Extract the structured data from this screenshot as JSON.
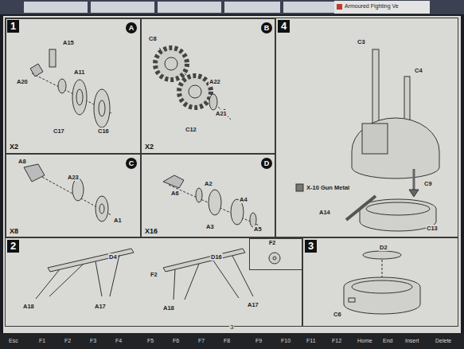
{
  "diagram": {
    "nodes": [
      {
        "text": [
          "1"
        ]
      },
      {
        "text": [
          "A",
          "X2"
        ],
        "in": 0
      },
      {
        "text": [
          "B",
          "X2"
        ],
        "in": 0
      },
      {
        "text": [
          "C",
          "X8"
        ],
        "in": 0
      },
      {
        "text": [
          "D",
          "X16"
        ],
        "in": 0
      },
      {
        "text": [
          "4"
        ]
      },
      {
        "text": [
          "2"
        ]
      },
      {
        "text": [
          "3"
        ]
      },
      {
        "text": [
          "F2"
        ],
        "in": 6
      }
    ],
    "labels": [
      "Armoured Fighting Ve",
      "A15",
      "A20",
      "A11",
      "C17",
      "C16",
      "C8",
      "A22",
      "C12",
      "A21",
      "A8",
      "A23",
      "A1",
      "A6",
      "A2",
      "A4",
      "A3",
      "A5",
      "C3",
      "C4",
      "C9",
      "X-10 Gun Metal",
      "A14",
      "C13",
      "D4",
      "A18",
      "A17",
      "F2",
      "D16",
      "A18",
      "A17",
      "D2",
      "C6",
      "3",
      "Esc",
      "F1",
      "F2",
      "F3",
      "F4",
      "F5",
      "F6",
      "F7",
      "F8",
      "F9",
      "F10",
      "F11",
      "F12",
      "Home",
      "End",
      "Insert",
      "Delete"
    ]
  }
}
